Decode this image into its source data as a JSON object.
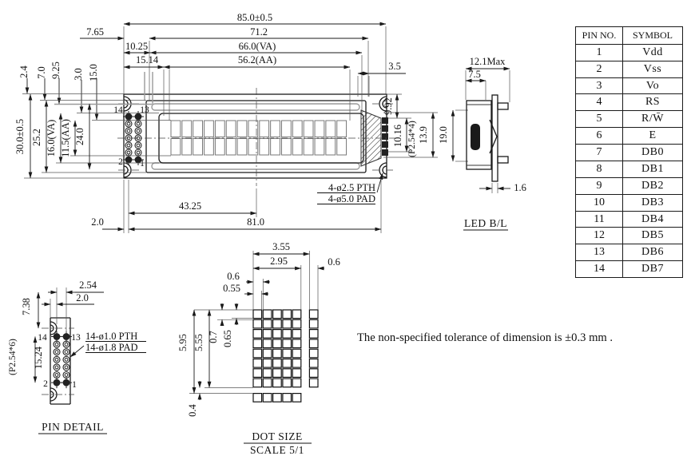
{
  "front": {
    "display": {
      "cols": 16,
      "rows": 2
    },
    "top_dims": {
      "overall": "85.0±0.5",
      "d712": "71.2",
      "d765": "7.65",
      "va": "66.0(VA)",
      "d1025": "10.25",
      "aa": "56.2(AA)",
      "d1514": "15.14",
      "d35": "3.5"
    },
    "left_top_dims": {
      "a": "2.4",
      "b": "7.0",
      "c": "9.25",
      "d": "3.0",
      "e": "15.0"
    },
    "left_dims": {
      "overall": "30.0±0.5",
      "a": "25.2",
      "va": "16.0(VA)",
      "aa": "11.5(AA)",
      "b": "24.0"
    },
    "right_dims": {
      "a": "9.92",
      "b": "10.16",
      "pitch": "(P2.54*4)",
      "c": "13.9",
      "d": "19.0"
    },
    "bottom_dims": {
      "a": "2.0",
      "b": "43.25",
      "c": "81.0"
    },
    "hole_note1": "4-ø2.5 PTH",
    "hole_note2": "4-ø5.0 PAD",
    "pin_labels": {
      "p14": "14",
      "p13": "13",
      "p2": "2",
      "p1": "1"
    }
  },
  "side": {
    "dims": {
      "w": "12.1Max",
      "a": "7.5",
      "t": "1.6"
    },
    "label": "LED B/L"
  },
  "table": {
    "headers": [
      "PIN NO.",
      "SYMBOL"
    ],
    "rows": [
      [
        "1",
        "Vdd"
      ],
      [
        "2",
        "Vss"
      ],
      [
        "3",
        "Vo"
      ],
      [
        "4",
        "RS"
      ],
      [
        "5",
        "R/W̄"
      ],
      [
        "6",
        "E"
      ],
      [
        "7",
        "DB0"
      ],
      [
        "8",
        "DB1"
      ],
      [
        "9",
        "DB2"
      ],
      [
        "10",
        "DB3"
      ],
      [
        "11",
        "DB4"
      ],
      [
        "12",
        "DB5"
      ],
      [
        "13",
        "DB6"
      ],
      [
        "14",
        "DB7"
      ]
    ]
  },
  "pin_detail": {
    "dims": {
      "a": "2.54",
      "b": "2.0",
      "c": "7.38",
      "pitch": "(P2.54*6)",
      "d": "15.24"
    },
    "labels": {
      "p14": "14",
      "p13": "13",
      "p2": "2",
      "p1": "1"
    },
    "note1": "14-ø1.0 PTH",
    "note2": "14-ø1.8 PAD",
    "title": "PIN DETAIL"
  },
  "dot_size": {
    "grid": {
      "cols": 5,
      "rows": 8
    },
    "dims": {
      "a": "3.55",
      "b": "2.95",
      "c": "0.6",
      "d": "0.6",
      "e": "0.55",
      "f": "5.95",
      "g": "5.55",
      "h": "0.7",
      "i": "0.65",
      "j": "0.4"
    },
    "title": "DOT SIZE",
    "scale": "SCALE 5/1"
  },
  "note": "The non-specified tolerance of dimension is ±0.3 mm .",
  "colors": {
    "line": "#1a1a1a",
    "background": "#ffffff"
  }
}
